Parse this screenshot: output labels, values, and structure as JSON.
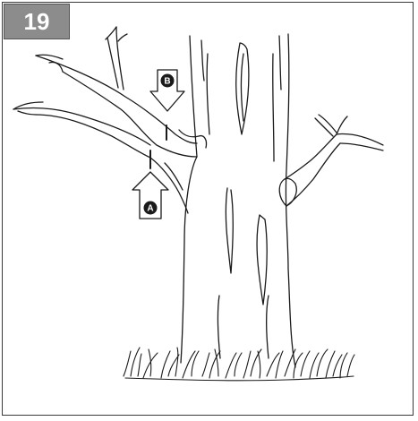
{
  "step": {
    "number": "19"
  },
  "callouts": [
    {
      "id": "A",
      "label": "A",
      "pointing": "up"
    },
    {
      "id": "B",
      "label": "B",
      "pointing": "down"
    }
  ],
  "colors": {
    "badge_bg": "#8c8c8c",
    "badge_text": "#ffffff",
    "line": "#1a1a1a"
  },
  "icons": {
    "callout_a": "arrow-up-icon",
    "callout_b": "arrow-down-icon"
  }
}
